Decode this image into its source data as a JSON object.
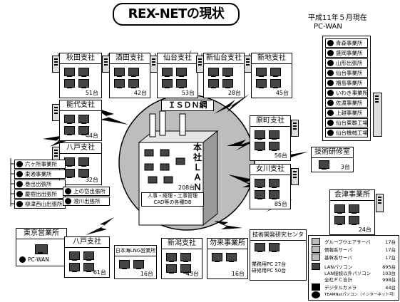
{
  "title": "REX-NETの現状",
  "date": "平成11年５月現在",
  "pcwan_label": "PC-WAN",
  "isdn_label": "ＩＳＤＮ網",
  "hq": {
    "label": "本社ＬＡＮ",
    "count": "208台",
    "note1": "人事・経理・工事管理",
    "note2": "CAD等の各種DB"
  },
  "top_offices": [
    {
      "name": "秋田支社",
      "count": "51台"
    },
    {
      "name": "酒田支社",
      "count": "42台"
    },
    {
      "name": "仙台支社",
      "count": "53台"
    },
    {
      "name": "新仙台支社",
      "count": "28台"
    },
    {
      "name": "新地支社",
      "count": "45台"
    }
  ],
  "left_offices": [
    {
      "name": "能代支社",
      "count": "44台"
    },
    {
      "name": "八戸支社",
      "count": "32台"
    }
  ],
  "right_offices": [
    {
      "name": "原町支社",
      "count": "56台"
    },
    {
      "name": "女川支社",
      "count": "85台"
    }
  ],
  "lab": {
    "name": "技術研修室",
    "count": "3台"
  },
  "aizu": {
    "name": "会津事業所",
    "count": "24台"
  },
  "tokyo": {
    "name": "東京営業所",
    "caption": "PC-WAN"
  },
  "bottom_offices": [
    {
      "name": "八戸支社",
      "count": "61台"
    },
    {
      "name": "日本海LNG営業所",
      "count": "16台"
    },
    {
      "name": "新潟支社",
      "count": "43台"
    },
    {
      "name": "勿来事業所",
      "count": "16台"
    }
  ],
  "tech_center": {
    "name": "技術開発研究センター",
    "row1_label": "業務用PC",
    "row1_count": "27台",
    "row2_label": "研修用PC",
    "row2_count": "50台"
  },
  "pcwan_sites": [
    "青森事業所",
    "盛岡事業所",
    "山形出張所",
    "仙台事業所",
    "福島事業所",
    "いわき事業所",
    "佐渡事業所",
    "上越事業所",
    "仙台東輸工場",
    "仙台機械工場"
  ],
  "left_sites_a": [
    "六ヶ所事業所",
    "東通事業所",
    "巻出出張所",
    "慶樹出出張所",
    "柳津西山出張所"
  ],
  "left_sites_b": [
    "上の岱出張所",
    "澄川出張所"
  ],
  "legend": [
    {
      "label": "グループウエアサーバ",
      "value": "17台"
    },
    {
      "label": "情報系サーバ",
      "value": "17台"
    },
    {
      "label": "基幹系サーバ",
      "value": "17台"
    },
    {
      "label": "LANパソコン",
      "value": "895台"
    },
    {
      "label": "LAN接続以外パソコン",
      "value": "103台"
    },
    {
      "label": "全社ＰＣ合計",
      "value": "998台"
    },
    {
      "label": "デジタルカメラ",
      "value": "44台"
    },
    {
      "label": "TEAMNetパソコン（インターネット可）",
      "value": ""
    }
  ]
}
